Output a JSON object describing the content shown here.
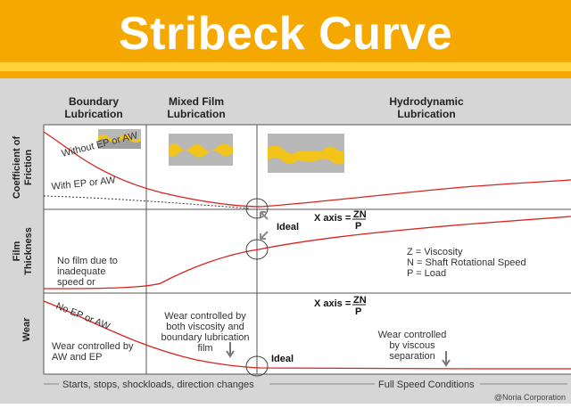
{
  "title": "Stribeck Curve",
  "column_headers": [
    {
      "line1": "Boundary",
      "line2": "Lubrication"
    },
    {
      "line1": "Mixed Film",
      "line2": "Lubrication"
    },
    {
      "line1": "Hydrodynamic",
      "line2": "Lubrication"
    }
  ],
  "row_labels": [
    {
      "line1": "Coefficient of",
      "line2": "Friction"
    },
    {
      "line1": "Film",
      "line2": "Thickness"
    },
    {
      "line1": "Wear",
      "line2": ""
    }
  ],
  "friction_panel": {
    "without_ep": "Without EP or AW",
    "with_ep": "With EP or AW"
  },
  "film_panel": {
    "no_film": [
      "No film due to",
      "inadequate",
      "speed or"
    ],
    "ideal": "Ideal",
    "x_axis_prefix": "X axis =",
    "x_axis_num": "ZN",
    "x_axis_den": "P",
    "legend": [
      "Z = Viscosity",
      "N = Shaft Rotational Speed",
      "P = Load"
    ]
  },
  "wear_panel": {
    "no_ep": "No EP or AW",
    "controlled_aw": [
      "Wear controlled by",
      "AW and EP"
    ],
    "controlled_both": [
      "Wear controlled by",
      "both viscosity and",
      "boundary lubrication",
      "film"
    ],
    "ideal": "Ideal",
    "x_axis_prefix": "X axis =",
    "x_axis_num": "ZN",
    "x_axis_den": "P",
    "controlled_viscous": [
      "Wear controlled",
      "by viscous",
      "separation"
    ]
  },
  "footer": {
    "left": "Starts, stops, shockloads, direction changes",
    "right": "Full Speed Conditions",
    "credit": "@Noria Corporation"
  },
  "colors": {
    "banner": "#f5a800",
    "curve": "#d9231d",
    "background": "#d6d6d6"
  }
}
